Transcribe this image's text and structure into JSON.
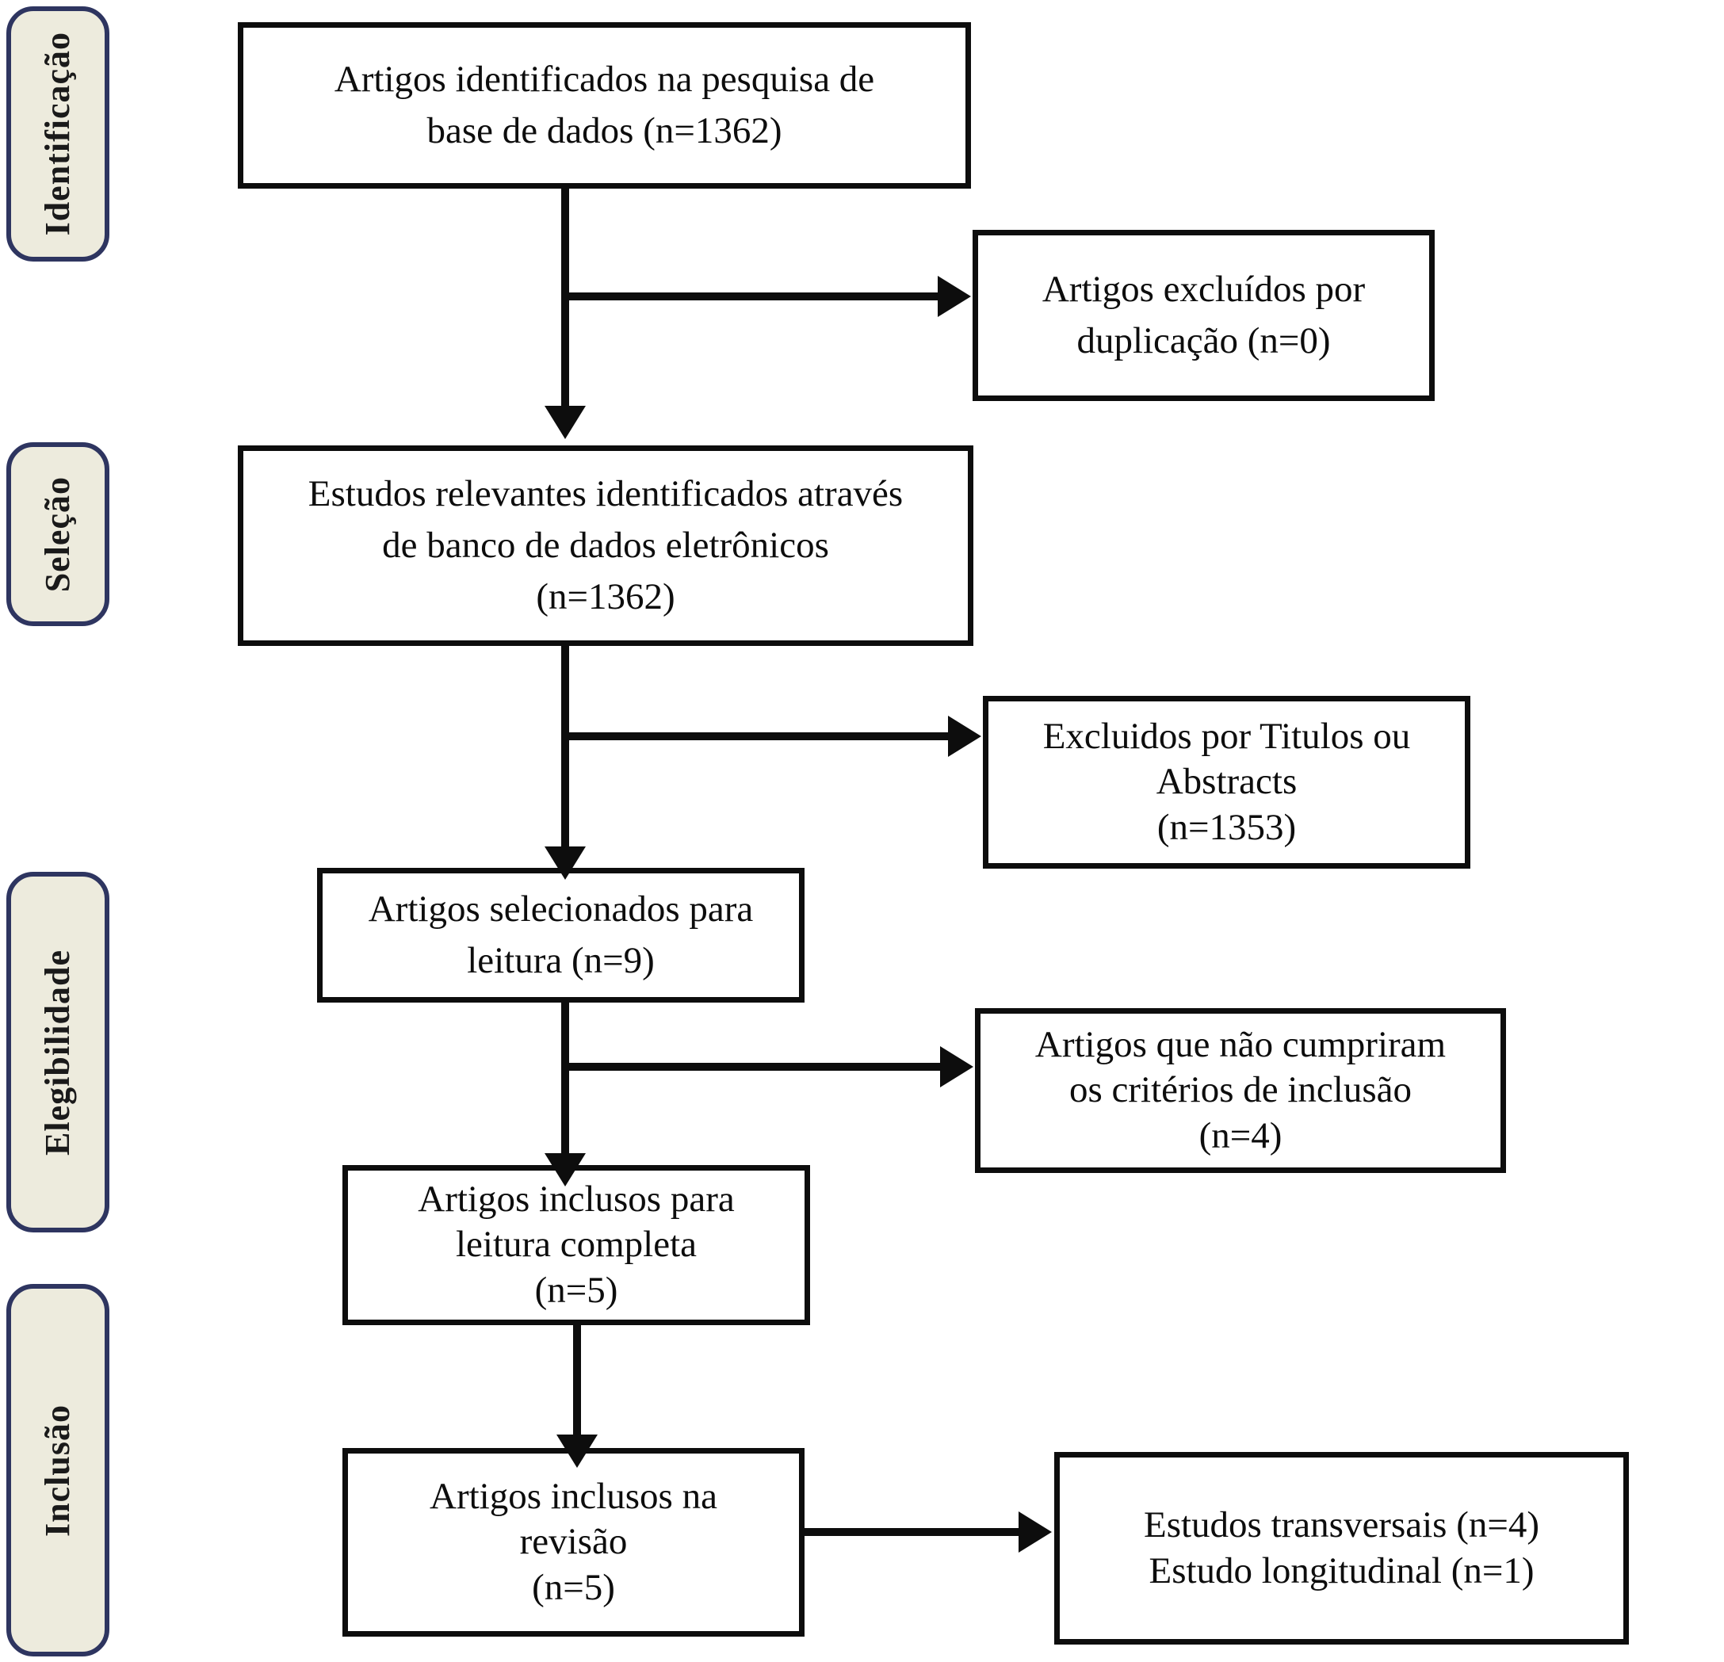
{
  "diagram": {
    "title": "PRISMA flow diagram",
    "language": "pt-BR",
    "colors": {
      "stage_fill": "#edebdd",
      "stage_border": "#2e3560",
      "box_border": "#0d0d0d",
      "box_fill": "#ffffff",
      "text": "#0d0d0d"
    },
    "stages": [
      {
        "id": "identificacao",
        "label": "Identificação"
      },
      {
        "id": "selecao",
        "label": "Seleção"
      },
      {
        "id": "elegibilidade",
        "label": "Elegibilidade"
      },
      {
        "id": "inclusao",
        "label": "Inclusão"
      }
    ],
    "boxes": {
      "identified": {
        "text": "Artigos identificados na pesquisa de\nbase de dados (n=1362)",
        "n": 1362
      },
      "duplicates": {
        "text": "Artigos excluídos por\nduplicação (n=0)",
        "n": 0
      },
      "relevant": {
        "text": "Estudos relevantes identificados através\nde banco de dados eletrônicos\n(n=1362)",
        "n": 1362
      },
      "excluded_title": {
        "text": "Excluidos por Titulos ou\nAbstracts\n(n=1353)",
        "n": 1353
      },
      "selected": {
        "text": "Artigos selecionados para\nleitura (n=9)",
        "n": 9
      },
      "not_criteria": {
        "text": "Artigos que não cumpriram\nos critérios de inclusão\n(n=4)",
        "n": 4
      },
      "full_read": {
        "text": "Artigos inclusos para\nleitura completa\n(n=5)",
        "n": 5
      },
      "in_review": {
        "text": "Artigos inclusos na\nrevisão\n(n=5)",
        "n": 5
      },
      "study_types": {
        "text": "Estudos transversais (n=4)\nEstudo longitudinal (n=1)",
        "cross_sectional": 4,
        "longitudinal": 1
      }
    },
    "flow": [
      {
        "from": "identified",
        "to": "relevant",
        "kind": "down"
      },
      {
        "from": "identified",
        "to": "duplicates",
        "kind": "right"
      },
      {
        "from": "relevant",
        "to": "selected",
        "kind": "down"
      },
      {
        "from": "relevant",
        "to": "excluded_title",
        "kind": "right"
      },
      {
        "from": "selected",
        "to": "full_read",
        "kind": "down"
      },
      {
        "from": "selected",
        "to": "not_criteria",
        "kind": "right"
      },
      {
        "from": "full_read",
        "to": "in_review",
        "kind": "down"
      },
      {
        "from": "in_review",
        "to": "study_types",
        "kind": "right"
      }
    ]
  }
}
